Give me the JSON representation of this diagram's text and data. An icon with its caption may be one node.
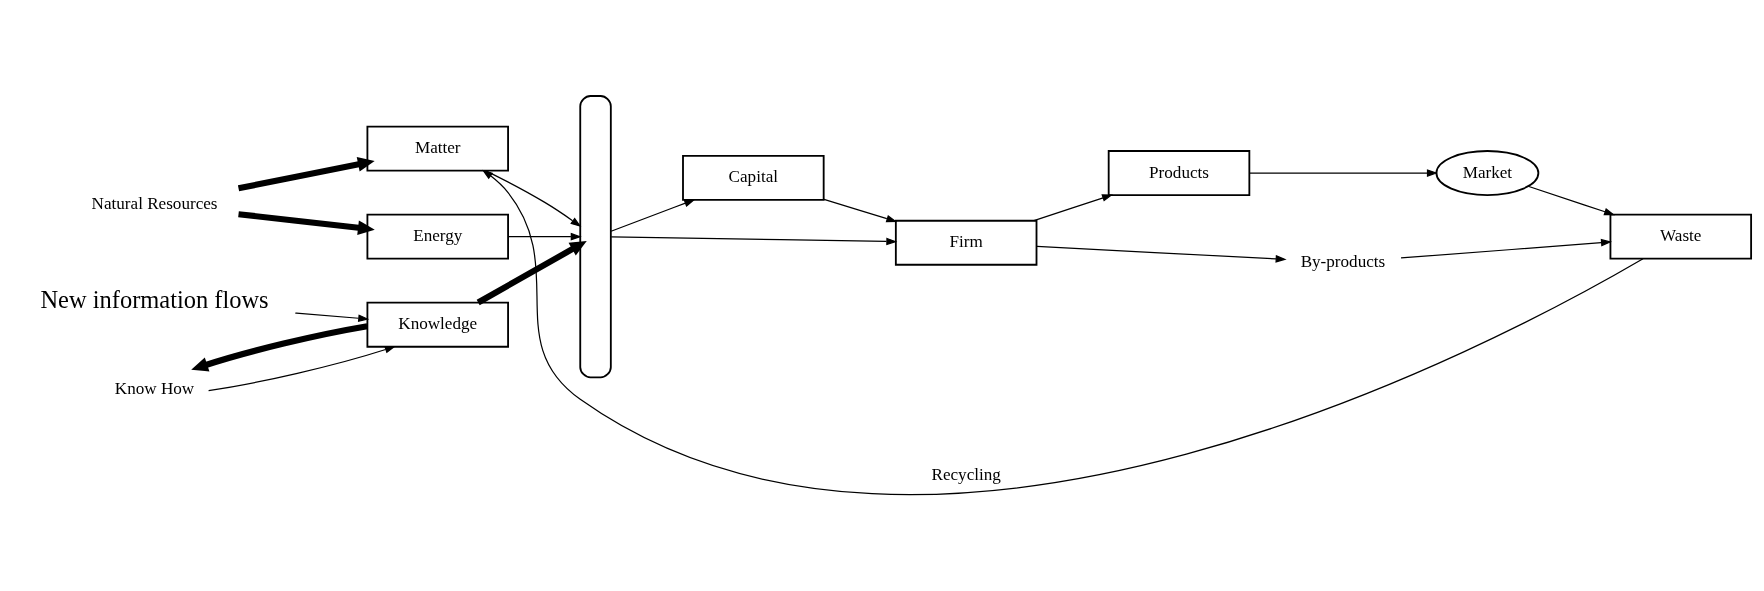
{
  "diagram": {
    "nodes": [
      {
        "text": [
          "New information flows"
        ]
      },
      {
        "text": [
          "Know How"
        ]
      },
      {
        "text": [
          "Knowledge"
        ]
      },
      {
        "text": [
          "Energy"
        ]
      },
      {
        "text": [
          "Natural Resources"
        ]
      },
      {
        "text": [
          "Matter"
        ]
      },
      {
        "text": [],
        "shape": "bar"
      },
      {
        "text": [
          "Capital"
        ]
      },
      {
        "text": [
          "Firm"
        ]
      },
      {
        "text": [
          "Products"
        ]
      },
      {
        "text": [
          "Market"
        ]
      },
      {
        "text": [
          "By-products"
        ]
      },
      {
        "text": [
          "Waste"
        ]
      }
    ],
    "edges": [
      {
        "from": 0,
        "to": 2,
        "arrow": "to"
      },
      {
        "from": 1,
        "to": 2,
        "arrow": "to"
      },
      {
        "from": 2,
        "to": 1,
        "arrow": "to",
        "style": "thick"
      },
      {
        "from": 2,
        "to": 6,
        "arrow": "to",
        "style": "thick"
      },
      {
        "from": 4,
        "to": 3,
        "arrow": "to",
        "style": "thick"
      },
      {
        "from": 4,
        "to": 5,
        "arrow": "to",
        "style": "thick"
      },
      {
        "from": 3,
        "to": 6,
        "arrow": "to"
      },
      {
        "from": 5,
        "to": 6,
        "arrow": "to"
      },
      {
        "from": 6,
        "to": 7,
        "arrow": "to"
      },
      {
        "from": 6,
        "to": 8,
        "arrow": "to"
      },
      {
        "from": 7,
        "to": 8,
        "arrow": "to"
      },
      {
        "from": 8,
        "to": 9,
        "arrow": "to"
      },
      {
        "from": 8,
        "to": 11,
        "arrow": "to"
      },
      {
        "from": 9,
        "to": 10,
        "arrow": "to"
      },
      {
        "from": 10,
        "to": 12,
        "arrow": "to"
      },
      {
        "from": 11,
        "to": 12,
        "arrow": "to"
      },
      {
        "from": 12,
        "to": 5,
        "arrow": "to",
        "label": "Recycling"
      }
    ]
  }
}
